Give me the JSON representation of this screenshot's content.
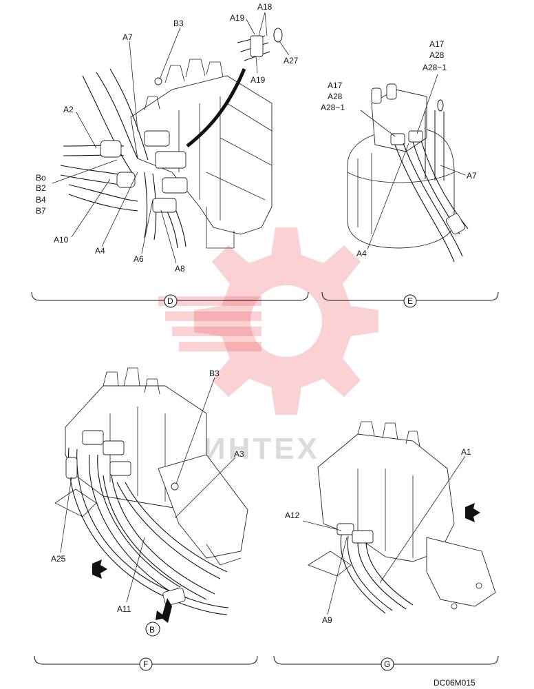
{
  "panels": [
    {
      "id": "D",
      "labels": [
        "A2",
        "Bo",
        "B2",
        "B4",
        "B7",
        "A10",
        "A4",
        "A6",
        "A8",
        "A7",
        "B3",
        "A19",
        "A18",
        "A27",
        "A19"
      ]
    },
    {
      "id": "E",
      "labels": [
        "A17",
        "A28",
        "A28−1",
        "A17",
        "A28",
        "A28−1",
        "A7",
        "A4"
      ]
    },
    {
      "id": "F",
      "labels": [
        "B3",
        "A3",
        "A25",
        "A11",
        "B"
      ]
    },
    {
      "id": "G",
      "labels": [
        "A1",
        "A12",
        "A9"
      ]
    }
  ],
  "watermark_text": "ИНTEX",
  "drawing_code": "DC06M015"
}
